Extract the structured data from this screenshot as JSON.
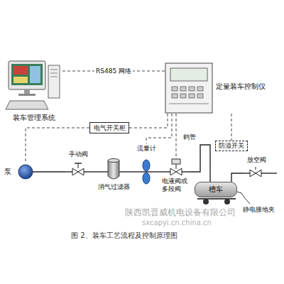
{
  "diagram": {
    "caption": "图 2、装车工艺流程及控制原理图",
    "nodes": [
      {
        "text": [
          "装车管理系统"
        ]
      },
      {
        "text": [
          "定量装车控制仪"
        ]
      },
      {
        "text": [
          "电气开关柜"
        ]
      },
      {
        "text": [
          "泵"
        ]
      },
      {
        "text": [
          "手动阀"
        ]
      },
      {
        "text": [
          "消气过滤器"
        ]
      },
      {
        "text": [
          "流量计"
        ]
      },
      {
        "text": [
          "电液阀或多段阀"
        ]
      },
      {
        "text": [
          "防溢开关"
        ]
      },
      {
        "text": [
          "槽车"
        ]
      },
      {
        "text": [
          "放空阀"
        ]
      }
    ],
    "edges": [
      {
        "from": 0,
        "to": 1,
        "arrow": "none",
        "label": "RS485 网络"
      },
      {
        "from": 1,
        "to": 2,
        "arrow": "none"
      },
      {
        "from": 2,
        "to": 3,
        "arrow": "none"
      },
      {
        "from": 1,
        "to": 6,
        "arrow": "none"
      },
      {
        "from": 1,
        "to": 7,
        "arrow": "none"
      },
      {
        "from": 1,
        "to": 8,
        "arrow": "none"
      },
      {
        "from": 3,
        "to": 4,
        "arrow": "none"
      },
      {
        "from": 4,
        "to": 5,
        "arrow": "none"
      },
      {
        "from": 5,
        "to": 6,
        "arrow": "none"
      },
      {
        "from": 6,
        "to": 7,
        "arrow": "none"
      },
      {
        "from": 7,
        "to": 9,
        "arrow": "none"
      },
      {
        "from": 9,
        "to": 10,
        "arrow": "none"
      }
    ],
    "labels": [
      "鹤管",
      "静电接地夹",
      "陕西凯晋威机电设备有限公司",
      "sxcapyi.cn.china.cn"
    ]
  }
}
